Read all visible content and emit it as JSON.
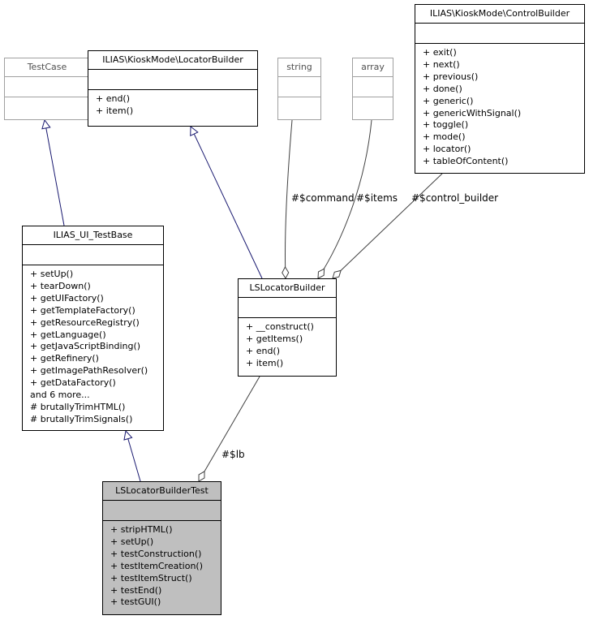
{
  "classes": {
    "testcase": {
      "name": "TestCase",
      "operations": []
    },
    "locator_builder_iface": {
      "name": "ILIAS\\KioskMode\\LocatorBuilder",
      "operations": [
        "+ end()",
        "+ item()"
      ]
    },
    "string": {
      "name": "string",
      "operations": []
    },
    "array": {
      "name": "array",
      "operations": []
    },
    "control_builder": {
      "name": "ILIAS\\KioskMode\\ControlBuilder",
      "operations": [
        "+ exit()",
        "+ next()",
        "+ previous()",
        "+ done()",
        "+ generic()",
        "+ genericWithSignal()",
        "+ toggle()",
        "+ mode()",
        "+ locator()",
        "+ tableOfContent()"
      ]
    },
    "ui_testbase": {
      "name": "ILIAS_UI_TestBase",
      "operations": [
        "+ setUp()",
        "+ tearDown()",
        "+ getUIFactory()",
        "+ getTemplateFactory()",
        "+ getResourceRegistry()",
        "+ getLanguage()",
        "+ getJavaScriptBinding()",
        "+ getRefinery()",
        "+ getImagePathResolver()",
        "+ getDataFactory()",
        "and 6 more...",
        "# brutallyTrimHTML()",
        "# brutallyTrimSignals()"
      ]
    },
    "ls_locator_builder": {
      "name": "LSLocatorBuilder",
      "operations": [
        "+ __construct()",
        "+ getItems()",
        "+ end()",
        "+ item()"
      ]
    },
    "ls_locator_builder_test": {
      "name": "LSLocatorBuilderTest",
      "operations": [
        "+ stripHTML()",
        "+ setUp()",
        "+ testConstruction()",
        "+ testItemCreation()",
        "+ testItemStruct()",
        "+ testEnd()",
        "+ testGUI()"
      ]
    }
  },
  "edge_labels": {
    "command": "#$command",
    "items": "#$items",
    "control_builder": "#$control_builder",
    "lb": "#$lb"
  },
  "colors": {
    "inheritance": "#191970",
    "association": "#404040",
    "focus_fill": "#bfbfbf",
    "muted_border": "#a0a0a0"
  }
}
